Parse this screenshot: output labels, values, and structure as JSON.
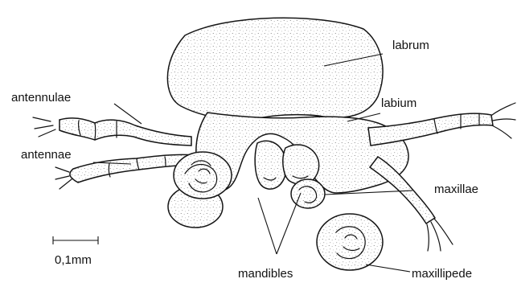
{
  "figure": {
    "labels": {
      "labrum": "labrum",
      "labium": "labium",
      "antennulae": "antennulae",
      "antennae": "antennae",
      "maxillae": "maxillae",
      "mandibles": "mandibles",
      "maxillipede": "maxillipede"
    },
    "scale": {
      "label": "0,1mm"
    }
  }
}
